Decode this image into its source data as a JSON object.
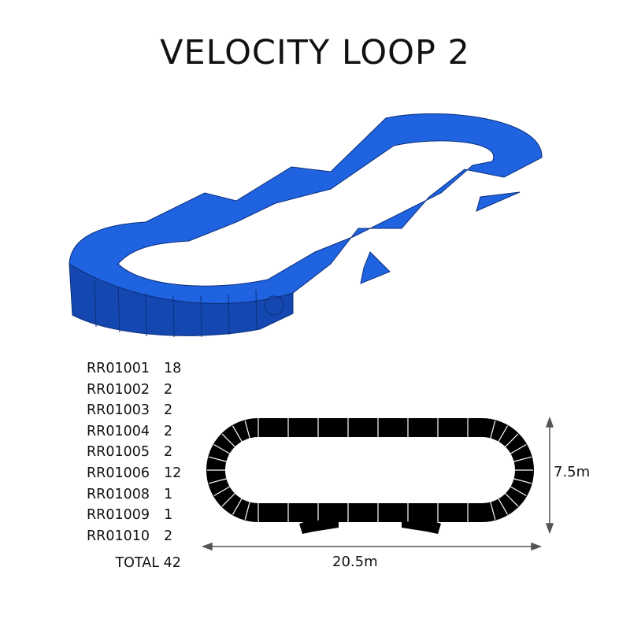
{
  "title": "VELOCITY LOOP 2",
  "parts": [
    {
      "code": "RR01001",
      "qty": "18"
    },
    {
      "code": "RR01002",
      "qty": "2"
    },
    {
      "code": "RR01003",
      "qty": "2"
    },
    {
      "code": "RR01004",
      "qty": "2"
    },
    {
      "code": "RR01005",
      "qty": "2"
    },
    {
      "code": "RR01006",
      "qty": "12"
    },
    {
      "code": "RR01008",
      "qty": "1"
    },
    {
      "code": "RR01009",
      "qty": "1"
    },
    {
      "code": "RR01010",
      "qty": "2"
    }
  ],
  "total": {
    "label": "TOTAL",
    "qty": "42"
  },
  "dimensions": {
    "width": "20.5m",
    "depth": "7.5m"
  },
  "colors": {
    "track": "#1f63e0",
    "track_dark": "#1448b0",
    "plan": "#000000"
  }
}
